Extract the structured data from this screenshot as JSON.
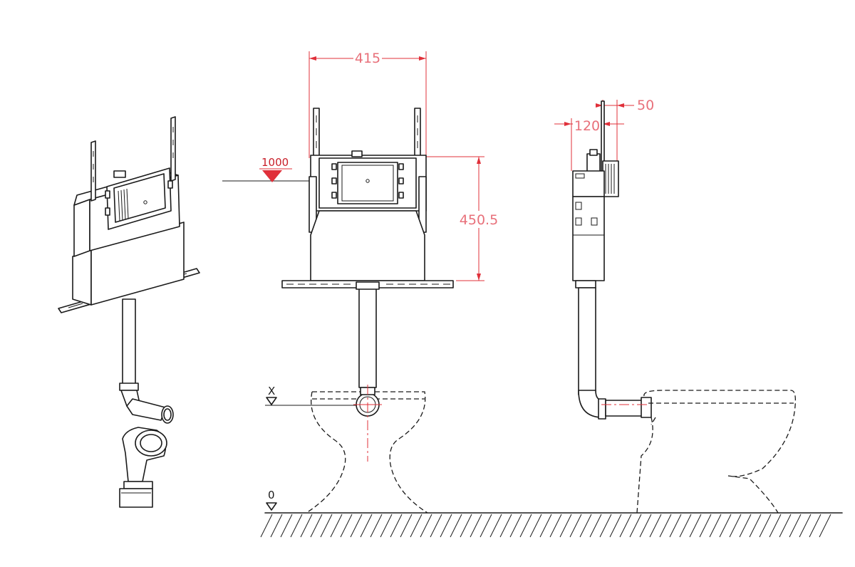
{
  "dimensions": {
    "frame_width": "415",
    "frame_height": "450.5",
    "side_depth": "120",
    "side_offset": "50"
  },
  "levels": {
    "actuation_height": "1000",
    "axis_label": "X",
    "floor_label": "0"
  },
  "colors": {
    "outline": "#1a1a1a",
    "dimension": "#e0303a",
    "dimension_text": "#e8707a"
  }
}
